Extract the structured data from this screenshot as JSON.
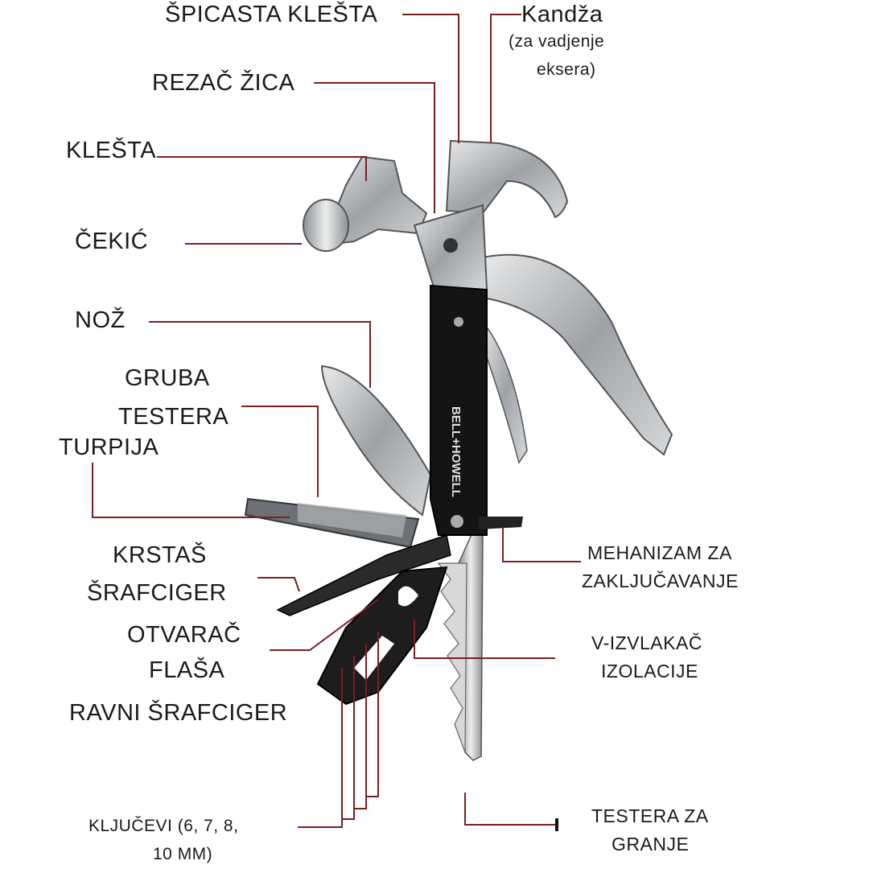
{
  "labels": {
    "spicasta_klesta": "ŠPICASTA KLEŠTA",
    "kandza": "Kandža",
    "kandza_note_1": "(za vadjenje",
    "kandza_note_2": "eksera)",
    "rezac_zica": "REZAČ ŽICA",
    "klesta": "KLEŠTA",
    "cekic": "ČEKIĆ",
    "noz": "NOŽ",
    "gruba_testera_1": "GRUBA",
    "gruba_testera_2": "TESTERA",
    "turpija": "TURPIJA",
    "krstas_1": "KRSTAŠ",
    "krstas_2": "ŠRAFCIGER",
    "otvarac_1": "OTVARAČ",
    "otvarac_2": "FLAŠA",
    "ravni": "RAVNI ŠRAFCIGER",
    "kljucevi_1": "KLJUČEVI (6, 7, 8,",
    "kljucevi_2": "10 MM)",
    "mehanizam_1": "MEHANIZAM ZA",
    "mehanizam_2": "ZAKLJUČAVANJE",
    "izvlakac_1": "V-IZVLAKAČ",
    "izvlakac_2": "IZOLACIJE",
    "testera_granje_1": "TESTERA ZA",
    "testera_granje_2": "GRANJE"
  },
  "brand": "BELL+HOWELL",
  "colors": {
    "leader_line": "#7a1f24",
    "handle": "#141414",
    "steel": "#b9bcbf"
  }
}
